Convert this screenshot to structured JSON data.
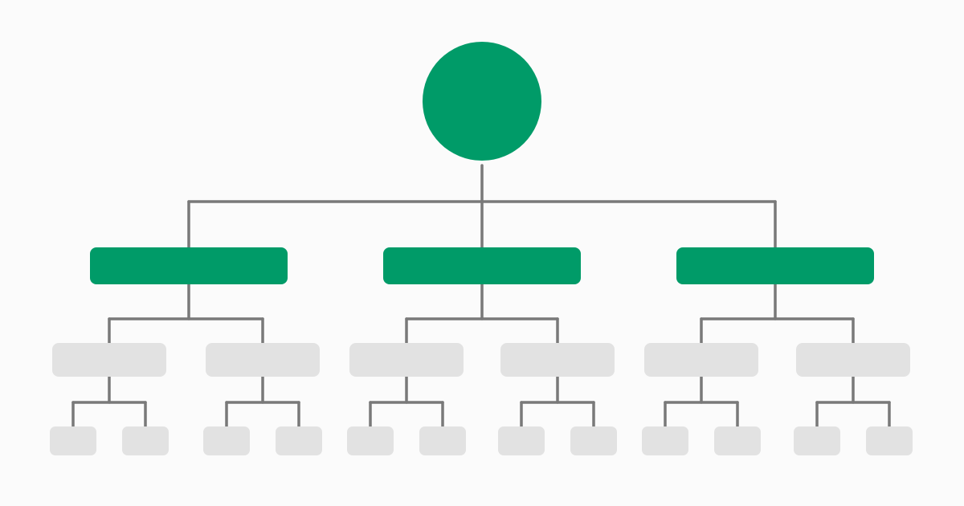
{
  "diagram": {
    "type": "hierarchy-tree",
    "colors": {
      "background": "#fbfbfb",
      "accent": "#009b68",
      "placeholder": "#e2e2e2",
      "connector": "#797979"
    },
    "root": {
      "shape": "circle",
      "color": "accent",
      "children": [
        {
          "shape": "bar",
          "color": "accent",
          "children": [
            {
              "shape": "bar",
              "color": "placeholder",
              "children": [
                {
                  "shape": "box"
                },
                {
                  "shape": "box"
                }
              ]
            },
            {
              "shape": "bar",
              "color": "placeholder",
              "children": [
                {
                  "shape": "box"
                },
                {
                  "shape": "box"
                }
              ]
            }
          ]
        },
        {
          "shape": "bar",
          "color": "accent",
          "children": [
            {
              "shape": "bar",
              "color": "placeholder",
              "children": [
                {
                  "shape": "box"
                },
                {
                  "shape": "box"
                }
              ]
            },
            {
              "shape": "bar",
              "color": "placeholder",
              "children": [
                {
                  "shape": "box"
                },
                {
                  "shape": "box"
                }
              ]
            }
          ]
        },
        {
          "shape": "bar",
          "color": "accent",
          "children": [
            {
              "shape": "bar",
              "color": "placeholder",
              "children": [
                {
                  "shape": "box"
                },
                {
                  "shape": "box"
                }
              ]
            },
            {
              "shape": "bar",
              "color": "placeholder",
              "children": [
                {
                  "shape": "box"
                },
                {
                  "shape": "box"
                }
              ]
            }
          ]
        }
      ]
    }
  }
}
